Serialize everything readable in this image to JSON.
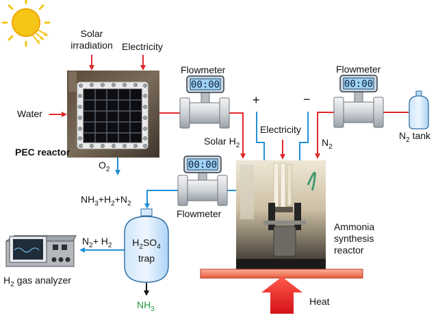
{
  "labels": {
    "solar_irradiation_l1": "Solar",
    "solar_irradiation_l2": "irradiation",
    "electricity_top": "Electricity",
    "water": "Water",
    "pec_reactor": "PEC reactor",
    "o2": "O",
    "o2_sub": "2",
    "flowmeter_1": "Flowmeter",
    "flowmeter_2": "Flowmeter",
    "flowmeter_3": "Flowmeter",
    "flowmeter_display": "00:00",
    "plus": "+",
    "minus": "−",
    "electricity_mid": "Electricity",
    "solar_h2": "Solar H",
    "solar_h2_sub": "2",
    "n2": "N",
    "n2_sub": "2",
    "n2_tank": "N",
    "n2_tank_sub": "2",
    "n2_tank_suffix": " tank",
    "nh3_mix_a": "NH",
    "nh3_mix_a_sub": "3",
    "nh3_mix_b": "+H",
    "nh3_mix_b_sub": "2",
    "nh3_mix_c": "+N",
    "nh3_mix_c_sub": "2",
    "n2h2_a": "N",
    "n2h2_a_sub": "2",
    "n2h2_b": "+ H",
    "n2h2_b_sub": "2",
    "trap_a": "H",
    "trap_a_sub": "2",
    "trap_b": "SO",
    "trap_b_sub": "4",
    "trap_c": "trap",
    "analyzer_a": "H",
    "analyzer_a_sub": "2",
    "analyzer_b": " gas analyzer",
    "ammonia_l1": "Ammonia",
    "ammonia_l2": "synthesis",
    "ammonia_l3": "reactor",
    "nh3_out": "NH",
    "nh3_out_sub": "3",
    "heat": "Heat"
  },
  "colors": {
    "red_line": "#e0262b",
    "blue_line": "#1e8fd6",
    "sun": "#f5c518",
    "heater": "#f07a5a",
    "nh3_green": "#1f9a3a"
  }
}
